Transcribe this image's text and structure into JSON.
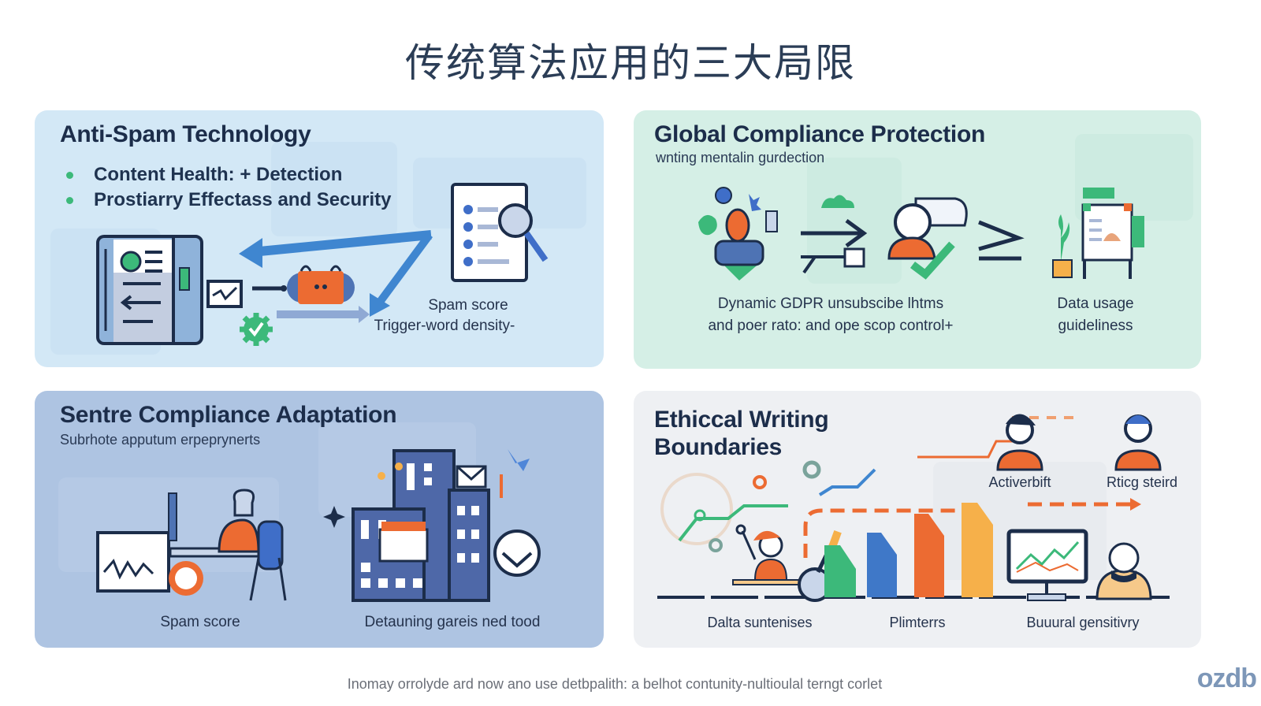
{
  "title": "传统算法应用的三大局限",
  "colors": {
    "navy": "#1c2d4a",
    "blue": "#3f86d0",
    "green": "#3cb97a",
    "orange": "#ec6b32",
    "amber": "#f6b04a",
    "panel_blue": "#d3e8f6",
    "panel_green": "#d5efe6",
    "panel_slate": "#aec4e2",
    "panel_gray": "#eef0f3"
  },
  "panels": {
    "anti_spam": {
      "title": "Anti-Spam Technology",
      "bullets": [
        "Content Health: + Detection",
        "Prostiarry Effectass and Security"
      ],
      "caption_1": "Spam score",
      "caption_2": "Trigger-word density-",
      "icons": [
        "document-icon",
        "email-icon",
        "robot-icon",
        "gear-check-icon",
        "checklist-icon",
        "magnifier-icon",
        "arrow-icon"
      ]
    },
    "global_compliance": {
      "title": "Global Compliance Protection",
      "subtitle": "wnting mentalin gurdection",
      "caption_left_1": "Dynamic GDPR unsubscibe lhtms",
      "caption_left_2": "and poer rato: and ope scop control+",
      "caption_right_1": "Data usage",
      "caption_right_2": "guideliness",
      "icons": [
        "user-icon",
        "arrow-right-icon",
        "user-check-icon",
        "greater-equal-icon",
        "plant-icon",
        "board-icon",
        "cloud-icon"
      ]
    },
    "sentre_compliance": {
      "title": "Sentre Compliance Adaptation",
      "subtitle": "Subrhote apputum erpeprynerts",
      "caption_left": "Spam score",
      "caption_right": "Detauning gareis ned tood",
      "icons": [
        "person-at-desk-icon",
        "chart-card-icon",
        "building-icon",
        "envelope-icon",
        "butterfly-icon",
        "sparkle-icon"
      ]
    },
    "ethical_writing": {
      "title_line_1": "Ethiccal Writing",
      "title_line_2": "Boundaries",
      "label_person_1": "Activerbift",
      "label_person_2": "Rticg steird",
      "caption_1": "Dalta suntenises",
      "caption_2": "Plimterrs",
      "caption_3": "Buuural gensitivry",
      "icons": [
        "gauge-icon",
        "person-icon",
        "globe-magnifier-icon",
        "bar-chart-icon",
        "monitor-chart-icon",
        "avatar-icon"
      ]
    }
  },
  "footer": {
    "text": "Inomay orrolyde ard now ano use detbpalith: a belhot contunity-nultioulal terngt corlet",
    "logo": "ozdb"
  }
}
